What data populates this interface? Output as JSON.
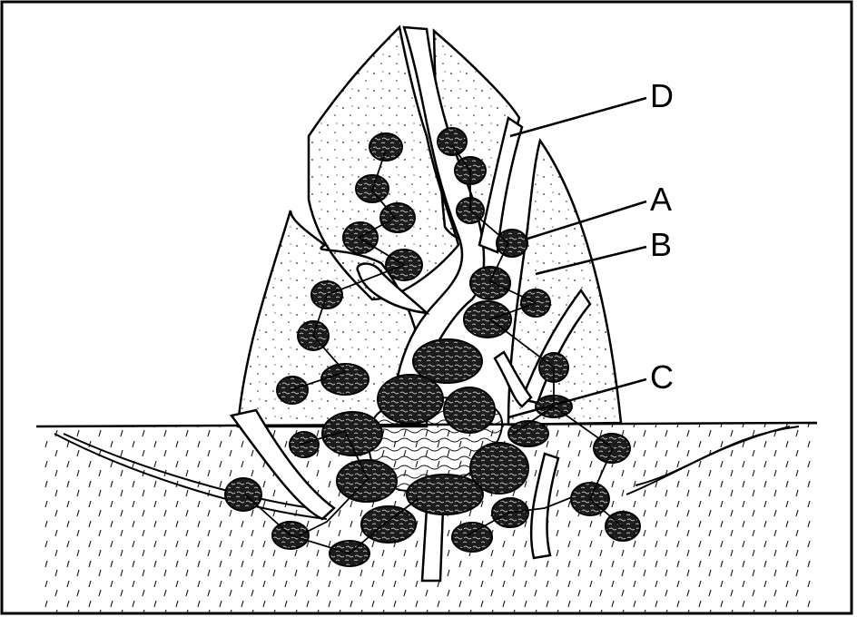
{
  "labels": {
    "a": "A",
    "b": "B",
    "c": "C",
    "d": "D"
  },
  "colors": {
    "ink": "#000000",
    "paper": "#ffffff",
    "stipple": "#1a1a1a",
    "body": "#1c1c1c"
  }
}
